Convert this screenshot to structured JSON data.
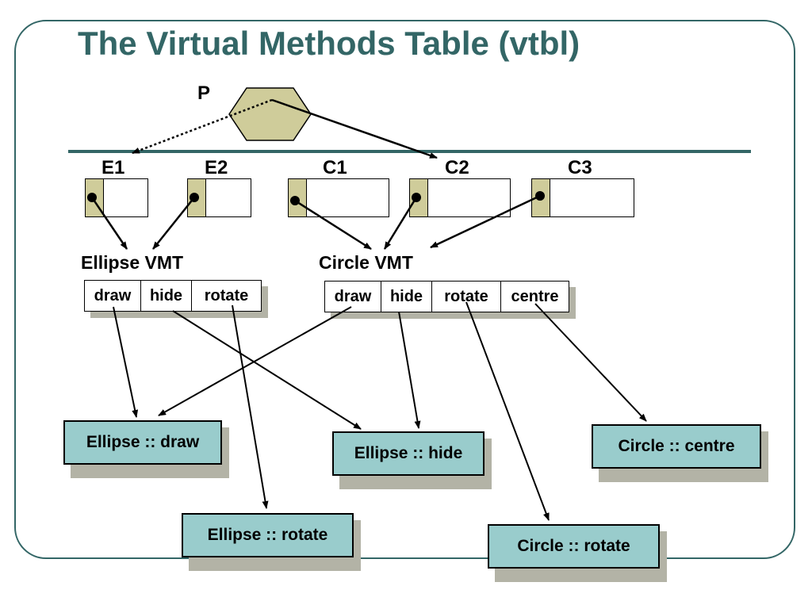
{
  "title": "The Virtual Methods Table (vtbl)",
  "pointer": {
    "label": "P",
    "fill": "#cfcc9a"
  },
  "objects": [
    {
      "label": "E1"
    },
    {
      "label": "E2"
    },
    {
      "label": "C1"
    },
    {
      "label": "C2"
    },
    {
      "label": "C3"
    }
  ],
  "ellipse_vmt": {
    "label": "Ellipse VMT",
    "slots": [
      "draw",
      "hide",
      "rotate"
    ]
  },
  "circle_vmt": {
    "label": "Circle VMT",
    "slots": [
      "draw",
      "hide",
      "rotate",
      "centre"
    ]
  },
  "implementations": {
    "ellipse_draw": "Ellipse :: draw",
    "ellipse_hide": "Ellipse :: hide",
    "ellipse_rotate": "Ellipse :: rotate",
    "circle_centre": "Circle :: centre",
    "circle_rotate": "Circle :: rotate"
  },
  "colors": {
    "accent": "#336666",
    "pointer_cell": "#cfcc9a",
    "impl_box": "#99cccc",
    "shadow": "#b3b3a6"
  }
}
